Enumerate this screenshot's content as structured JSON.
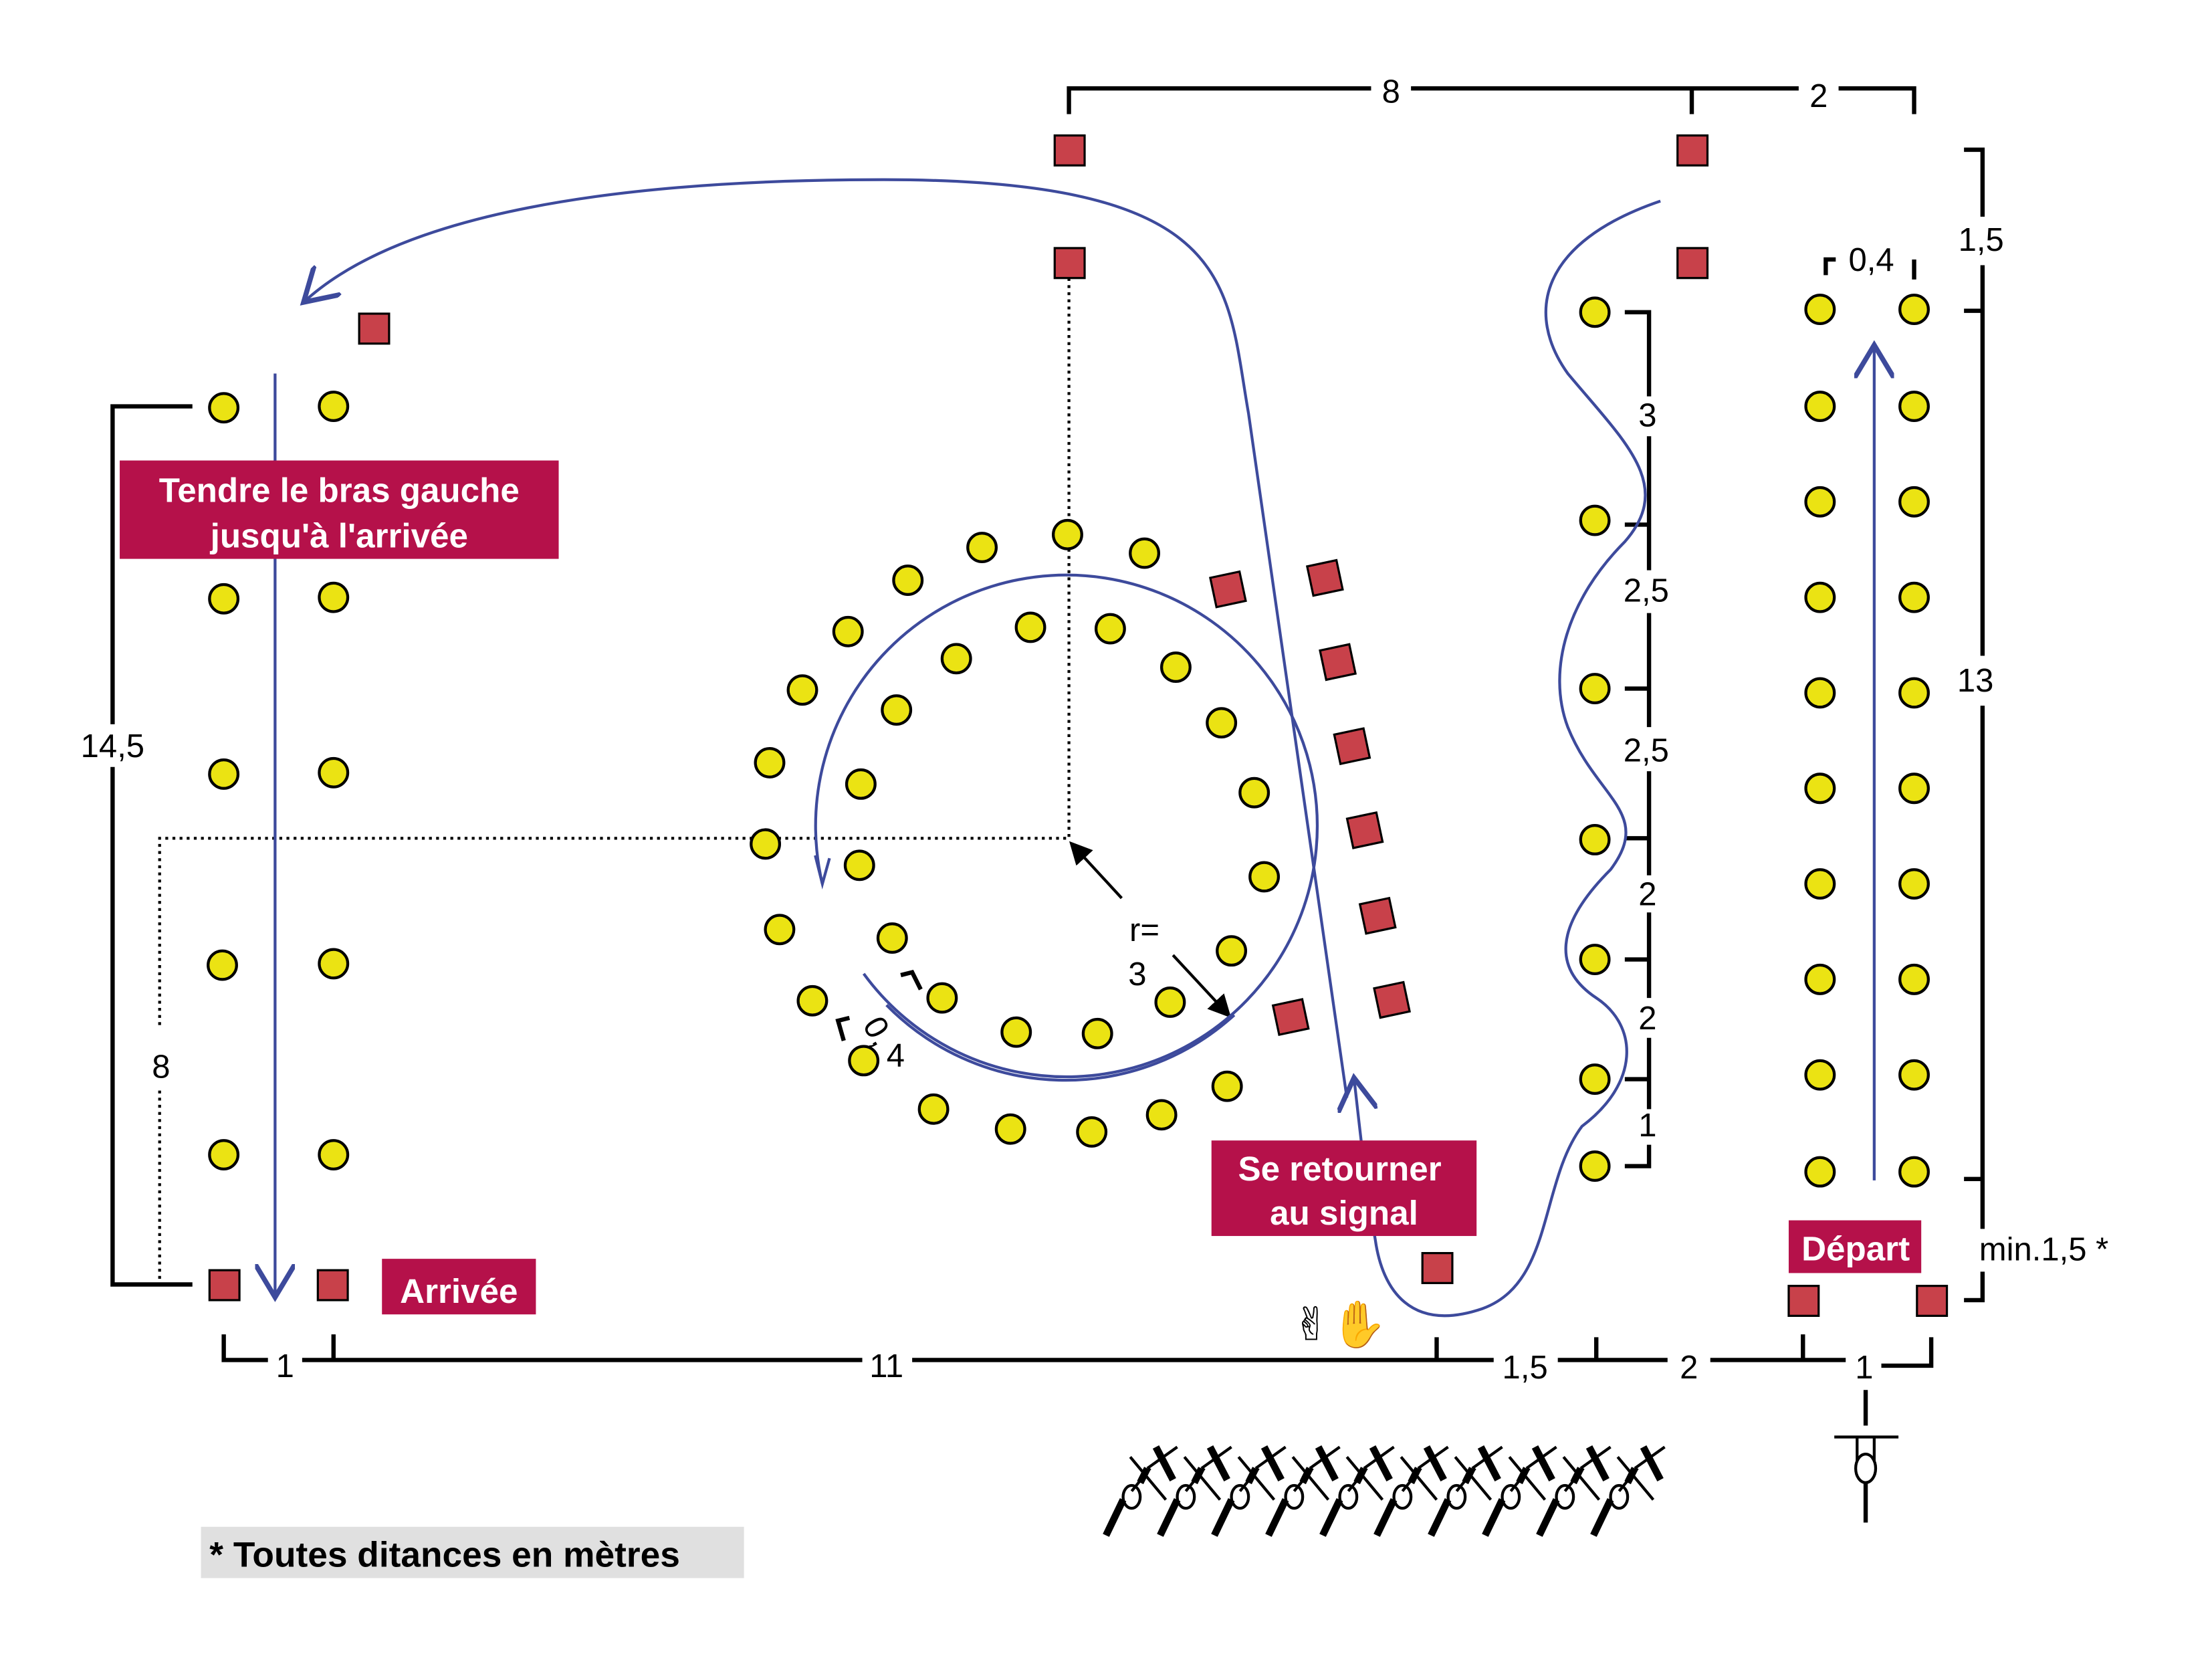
{
  "labels": {
    "arm_line1": "Tendre le bras gauche",
    "arm_line2": "jusqu'à l'arrivée",
    "arrival": "Arrivée",
    "turn_line1": "Se retourner",
    "turn_line2": "au signal",
    "start": "Départ"
  },
  "footnote": "* Toutes ditances en mètres",
  "dimensions": {
    "top_8": "8",
    "top_2": "2",
    "right_1_5": "1,5",
    "right_0_4": "0,4",
    "right_13": "13",
    "right_min": "min.1,5 *",
    "left_14_5": "14,5",
    "left_8": "8",
    "slalom_3": "3",
    "slalom_2_5_a": "2,5",
    "slalom_2_5_b": "2,5",
    "slalom_2_a": "2",
    "slalom_2_b": "2",
    "slalom_1": "1",
    "radius_r": "r=",
    "radius_3": "3",
    "circle_gap_0": "0,",
    "circle_gap_4": "4",
    "bottom_1_left": "1",
    "bottom_11": "11",
    "bottom_1_5": "1,5",
    "bottom_2": "2",
    "bottom_1_right": "1"
  },
  "icons": {
    "hand_signal": "✌✋"
  },
  "colors": {
    "label_bg": "#b5114a",
    "cone": "#ebe313",
    "block": "#c8414a",
    "route": "#3d4a9c"
  }
}
